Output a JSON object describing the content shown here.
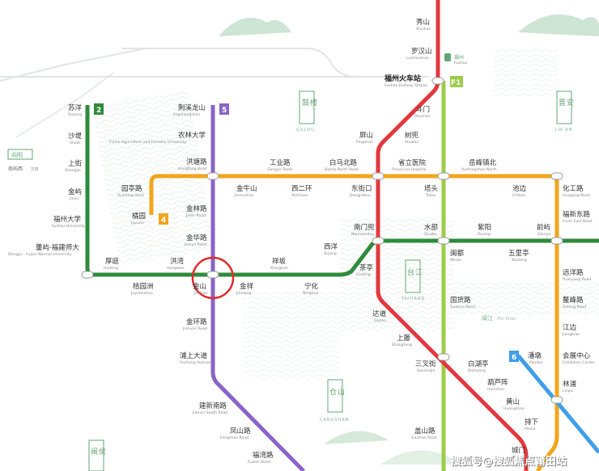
{
  "colors": {
    "line1": "#e2383d",
    "line2": "#2e8b3a",
    "line4": "#f2a51e",
    "line5": "#8a63c8",
    "line6": "#3f9fe8",
    "lineF1": "#9bcd4a",
    "park": "#62a575",
    "highlight": "#e02b2b"
  },
  "lines": {
    "l2": "2",
    "l4": "4",
    "l5": "5",
    "l6": "6",
    "f1": "F1"
  },
  "areas": {
    "gulou": {
      "cn": "鼓楼",
      "en": "GULOU"
    },
    "jinan": {
      "cn": "晋安",
      "en": "JIN AN"
    },
    "taijiang": {
      "cn": "台江",
      "en": "TAIJIANG"
    },
    "cangshan": {
      "cn": "仓山",
      "en": "CANGSHAN"
    },
    "minhou": {
      "cn": "闽侯"
    },
    "fuzhou_label": {
      "cn": "福州",
      "en": "Fuzhou"
    },
    "minjiang": {
      "cn": "闽江",
      "en": "Min River"
    }
  },
  "stations": {
    "xiushan": {
      "cn": "秀山",
      "en": "Xiushan"
    },
    "luoshan": {
      "cn": "罗汉山",
      "en": "Luohanshan"
    },
    "railway": {
      "cn": "福州火车站",
      "en": "Fuzhou Railway Station"
    },
    "doumen": {
      "cn": "斗门",
      "en": "Doumen"
    },
    "pingshan": {
      "cn": "屏山",
      "en": "Pingshan"
    },
    "shudou": {
      "cn": "树兜",
      "en": "Shudou"
    },
    "suyang": {
      "cn": "苏洋",
      "en": "Suyang"
    },
    "shaxi": {
      "cn": "沙堤",
      "en": "Shadi"
    },
    "shangjie": {
      "cn": "上街",
      "en": "Shangjie"
    },
    "jinyu": {
      "cn": "金屿",
      "en": "Jinyu"
    },
    "fzu": {
      "cn": "福州大学",
      "en": "Fuzhou University"
    },
    "fjnu": {
      "cn": "董屿·福建师大",
      "en": "Dongyu · Fujian Normal University"
    },
    "jingxi": {
      "cn": "荆溪龙山",
      "en": "Jingxilongshan"
    },
    "fafu": {
      "cn": "农林大学",
      "en": "Fujian Agriculture and Forestry University"
    },
    "hongtang": {
      "cn": "洪塘路",
      "en": "Hongtang Road"
    },
    "gongye": {
      "cn": "工业路",
      "en": "Gongye Road"
    },
    "baima": {
      "cn": "白马北路",
      "en": "Baima North Road"
    },
    "shengyi": {
      "cn": "省立医院",
      "en": "Provincial Hospital"
    },
    "yuefeng": {
      "cn": "岳峰镇北",
      "en": "Yuefengzhen North"
    },
    "jinniu": {
      "cn": "金牛山",
      "en": "Jinniushan"
    },
    "xierhuan": {
      "cn": "西二环",
      "en": "Xierhuan"
    },
    "dongjie": {
      "cn": "东街口",
      "en": "Dongjiekou"
    },
    "tatou": {
      "cn": "塔头",
      "en": "Tatou"
    },
    "chiban": {
      "cn": "池边",
      "en": "Chiban"
    },
    "huagong": {
      "cn": "化工路",
      "en": "Huagong Road"
    },
    "yuanting": {
      "cn": "园亭路",
      "en": "Yuanting Road"
    },
    "juyuan": {
      "cn": "橘园",
      "en": "Juyuan"
    },
    "jinlin": {
      "cn": "金林路",
      "en": "Jinlin Road"
    },
    "jinhua": {
      "cn": "金华路",
      "en": "Jinhua Road"
    },
    "fuxin": {
      "cn": "福新东路",
      "en": "Fuxin East Road"
    },
    "nanmen": {
      "cn": "南门兜",
      "en": "Nanmendou"
    },
    "shuibu": {
      "cn": "水部",
      "en": "Shuibu"
    },
    "ziyang": {
      "cn": "紫阳",
      "en": "Ziyang"
    },
    "qianyu": {
      "cn": "前屿",
      "en": "Qianyu"
    },
    "xiyang": {
      "cn": "西洋",
      "en": "Xiyang"
    },
    "houting": {
      "cn": "厚庭",
      "en": "Houting"
    },
    "hongwan": {
      "cn": "洪湾",
      "en": "Hongwan"
    },
    "xiangban": {
      "cn": "祥坂",
      "en": "Xiangban"
    },
    "minbu": {
      "cn": "闽都",
      "en": "Mindu"
    },
    "wuliting": {
      "cn": "五里亭",
      "en": "Wuliting"
    },
    "chating": {
      "cn": "茶亭",
      "en": "Chating"
    },
    "yuanyang": {
      "cn": "远洋路",
      "en": "Yuanyang Road"
    },
    "jieyuan": {
      "cn": "桔园洲",
      "en": "Juyuanzhou"
    },
    "jinshan": {
      "cn": "金山",
      "en": "Jinshan"
    },
    "jinxiang": {
      "cn": "金祥",
      "en": "Jinxiang"
    },
    "ninghua": {
      "cn": "宁化",
      "en": "Ninghua"
    },
    "guohuo": {
      "cn": "国货路",
      "en": "Guohuo Road"
    },
    "aofeng": {
      "cn": "鳌峰路",
      "en": "Aofeng Road"
    },
    "dacuo": {
      "cn": "达道",
      "en": "Dadao"
    },
    "jinhuan": {
      "cn": "金环路",
      "en": "Jinhuan Road"
    },
    "shangteng": {
      "cn": "上藤",
      "en": "Shangteng"
    },
    "jiangbian": {
      "cn": "江边",
      "en": "Jiangbian"
    },
    "pushang": {
      "cn": "浦上大道",
      "en": "Pushang Avenue"
    },
    "sancha": {
      "cn": "三叉街",
      "en": "Sanchajie"
    },
    "baihu": {
      "cn": "白湖亭",
      "en": "Baihuting"
    },
    "pandun": {
      "cn": "潘墩",
      "en": "Pandun"
    },
    "huizhan": {
      "cn": "会展中心",
      "en": "Exhibition Center"
    },
    "hulu": {
      "cn": "葫芦阵",
      "en": "Huluzhen"
    },
    "linpu": {
      "cn": "林浦",
      "en": "Linpu"
    },
    "jianxin": {
      "cn": "建新南路",
      "en": "Jianxin South Road"
    },
    "huangshan": {
      "cn": "黄山",
      "en": "Huangshan"
    },
    "fengshan": {
      "cn": "凤山路",
      "en": "Fengshan Road"
    },
    "paixia": {
      "cn": "排下",
      "en": "Paixia"
    },
    "gaishan": {
      "cn": "盖山路",
      "en": "Gaishan Road"
    },
    "fuwan": {
      "cn": "福湾路",
      "en": "Fuwan Road"
    },
    "chengmen": {
      "cn": "城门",
      "en": "Chengmen"
    },
    "xiangyang": {
      "cn": "向阳",
      "en": ""
    },
    "nanyu": {
      "cn": "南屿西",
      "en": "万邦"
    }
  },
  "watermark": "搜狐号@搜狐焦点莆田站"
}
